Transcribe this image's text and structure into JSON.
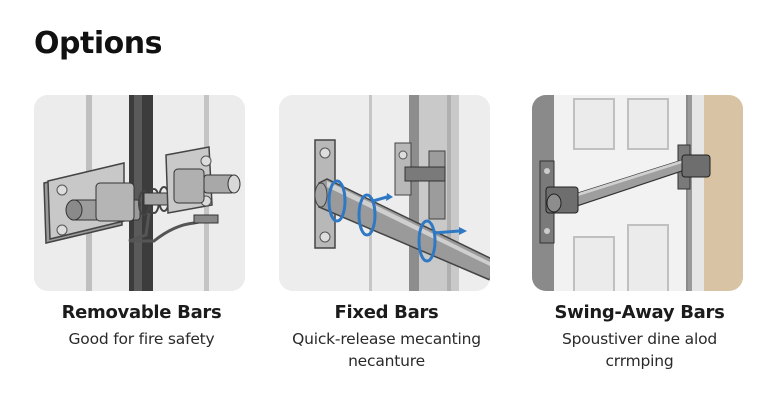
{
  "page": {
    "title": "Options"
  },
  "cards": [
    {
      "title": "Removable Bars",
      "description": "Good for fire safety",
      "image": "removable-bar-latch-illustration"
    },
    {
      "title": "Fixed Bars",
      "description": "Quick-release mecanting necanture",
      "image": "fixed-bar-rotation-illustration"
    },
    {
      "title": "Swing-Away Bars",
      "description": "Spoustiver dine alod crrmping",
      "image": "swing-away-door-bar-illustration"
    }
  ],
  "colors": {
    "accent_arrow": "#2f78c4",
    "wall_tan": "#d8c4a4",
    "metal": "#8a8a8a"
  }
}
